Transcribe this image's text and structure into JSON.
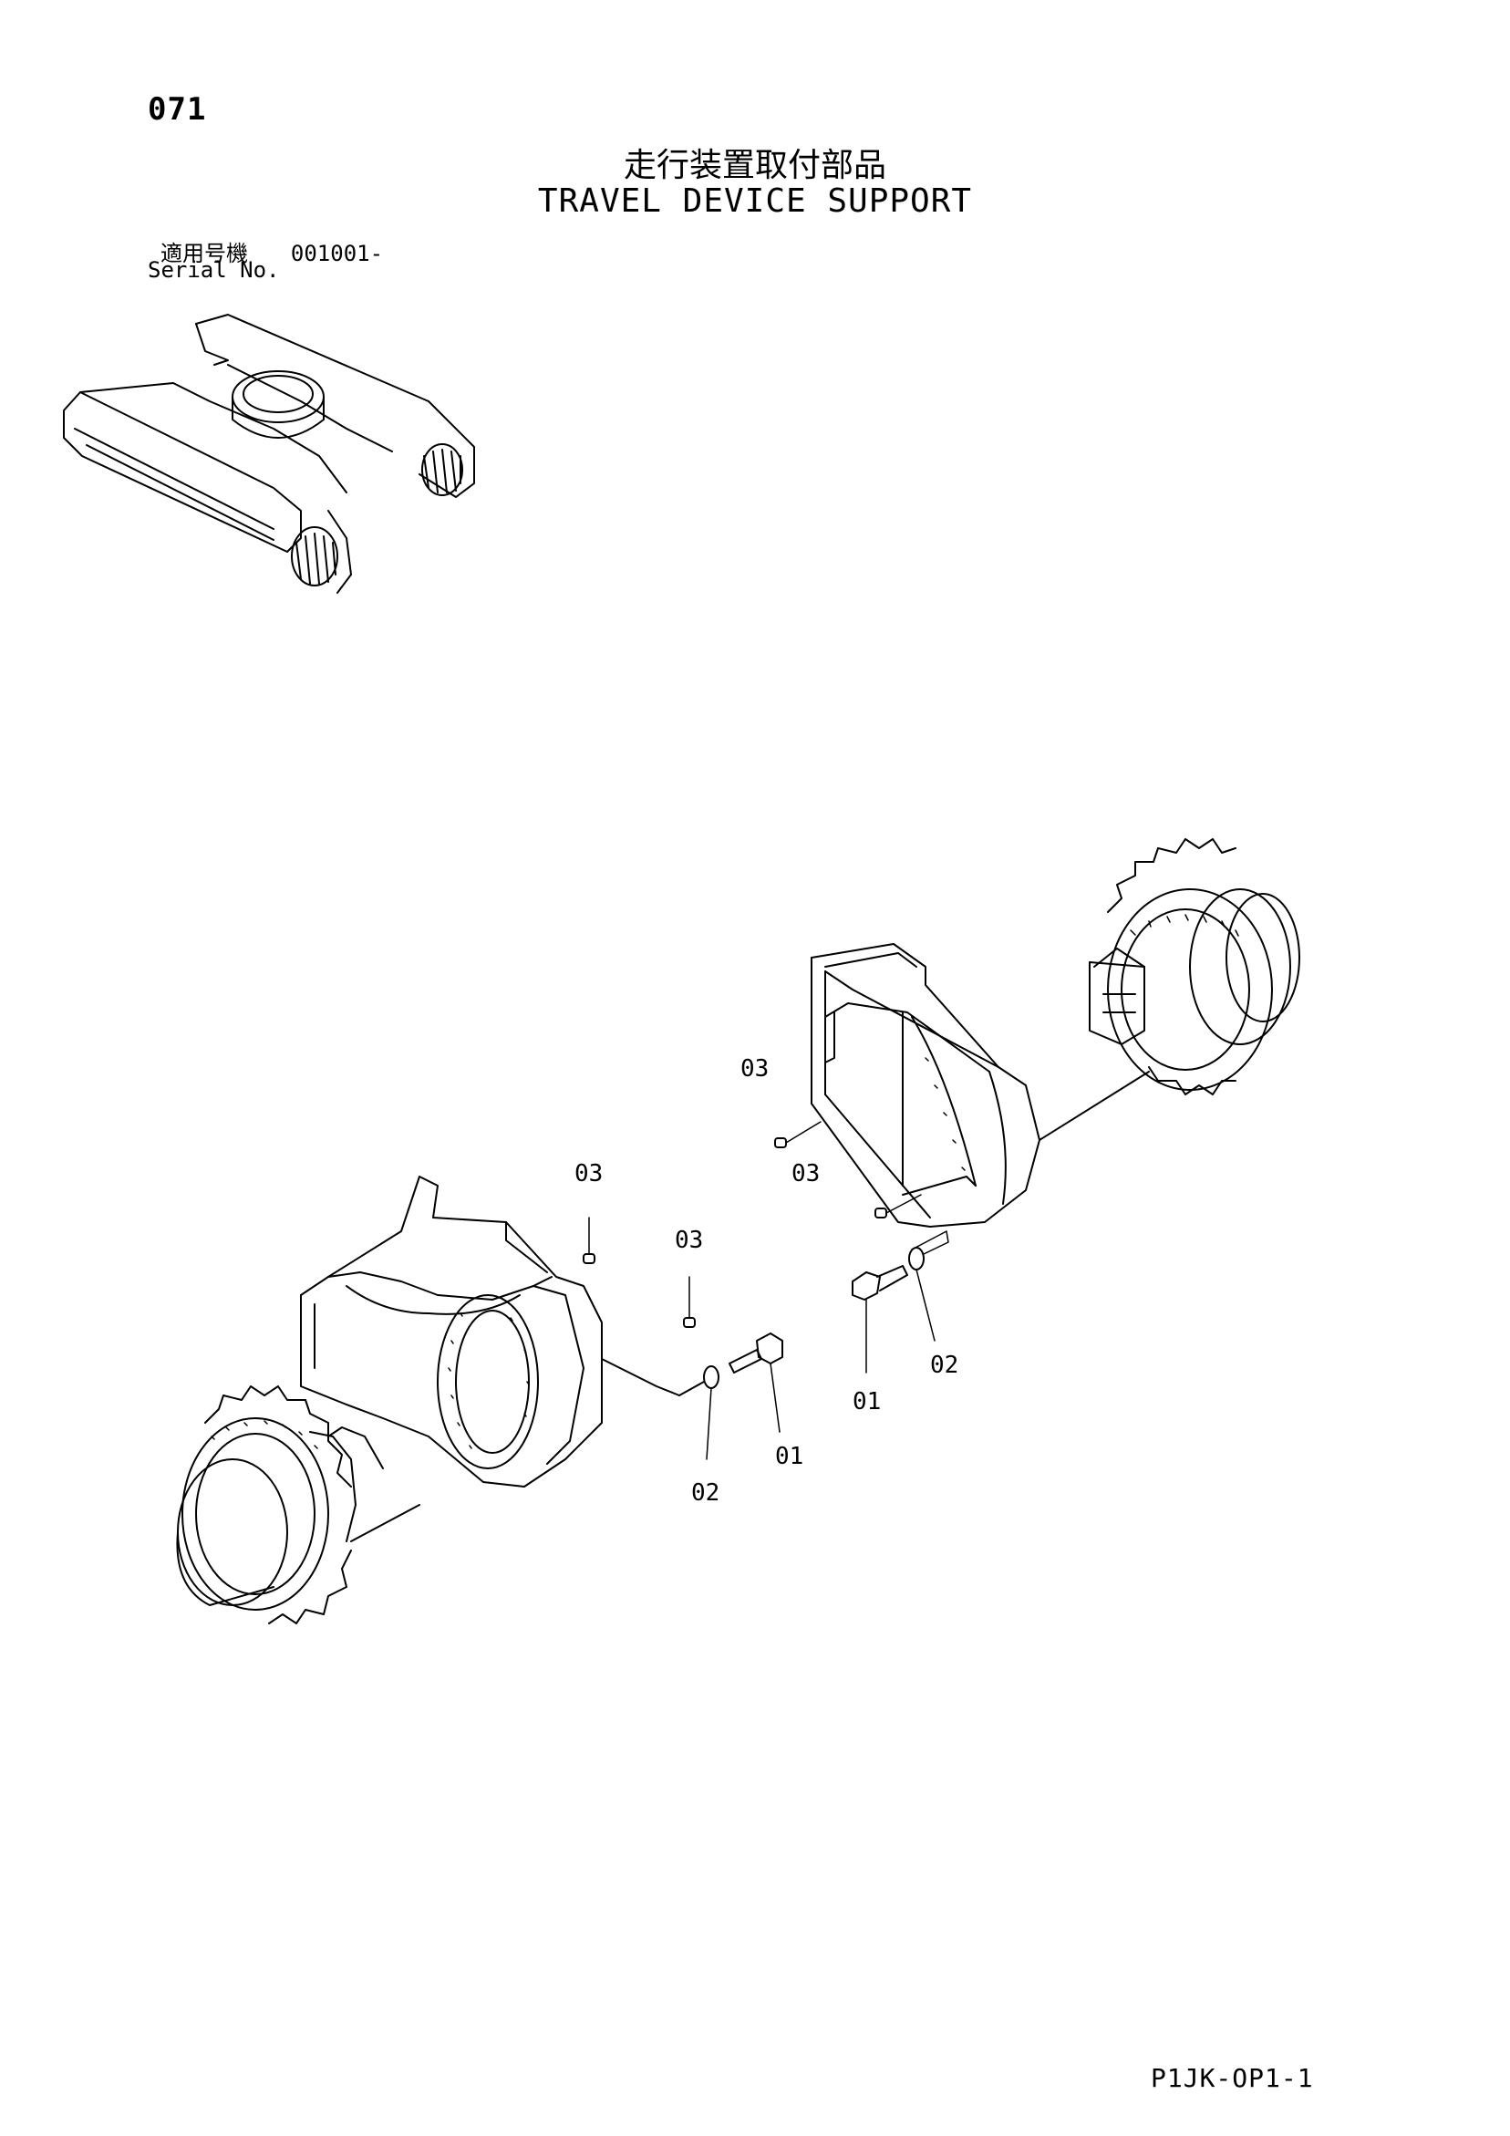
{
  "page_number": "071",
  "title": {
    "japanese": "走行装置取付部品",
    "english": "TRAVEL DEVICE SUPPORT"
  },
  "serial": {
    "label_jp": "適用号機",
    "value": "001001-",
    "label_en": "Serial No."
  },
  "callouts": [
    "03",
    "03",
    "03",
    "03",
    "01",
    "02",
    "01",
    "02"
  ],
  "footer_code": "P1JK-OP1-1"
}
